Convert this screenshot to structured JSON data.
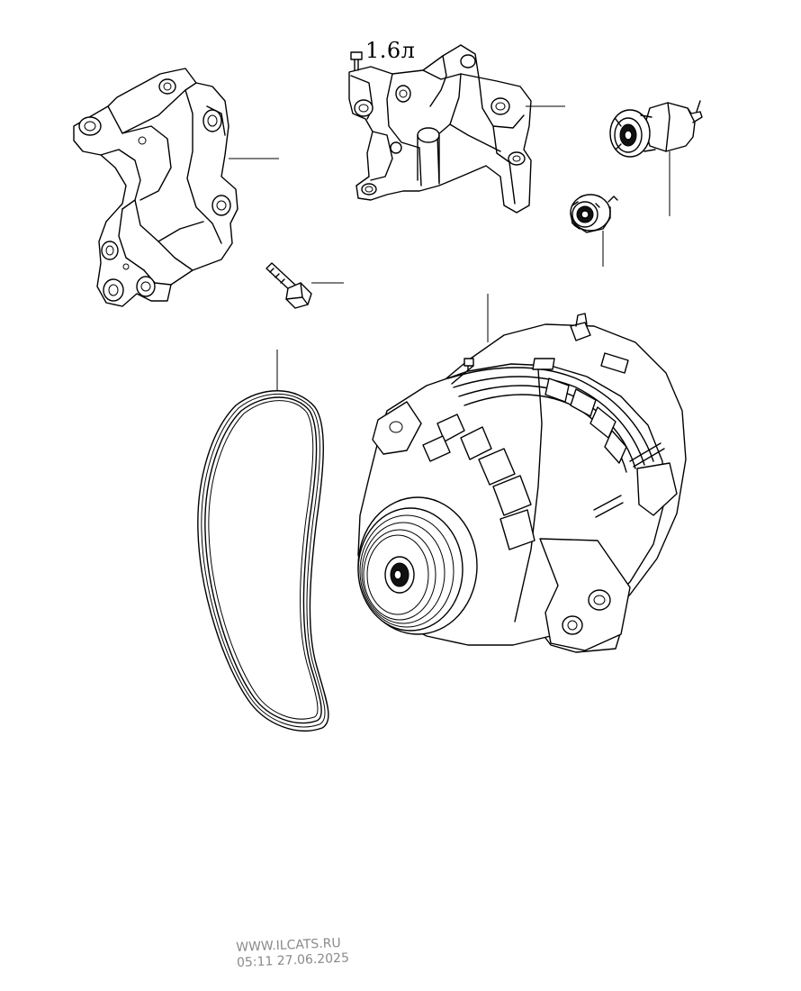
{
  "diagram": {
    "engine_label": "1.6л",
    "parts": [
      {
        "name": "left-mounting-bracket"
      },
      {
        "name": "upper-mounting-bracket"
      },
      {
        "name": "belt-tensioner-assembly"
      },
      {
        "name": "idler-pulley"
      },
      {
        "name": "mounting-bolt"
      },
      {
        "name": "alternator"
      },
      {
        "name": "poly-v-drive-belt"
      }
    ]
  },
  "watermark": {
    "site": "WWW.ILCATS.RU",
    "timestamp": "05:11 27.06.2025"
  },
  "colors": {
    "line": "#000000",
    "background": "#ffffff",
    "watermark": "#8a8a8a"
  }
}
